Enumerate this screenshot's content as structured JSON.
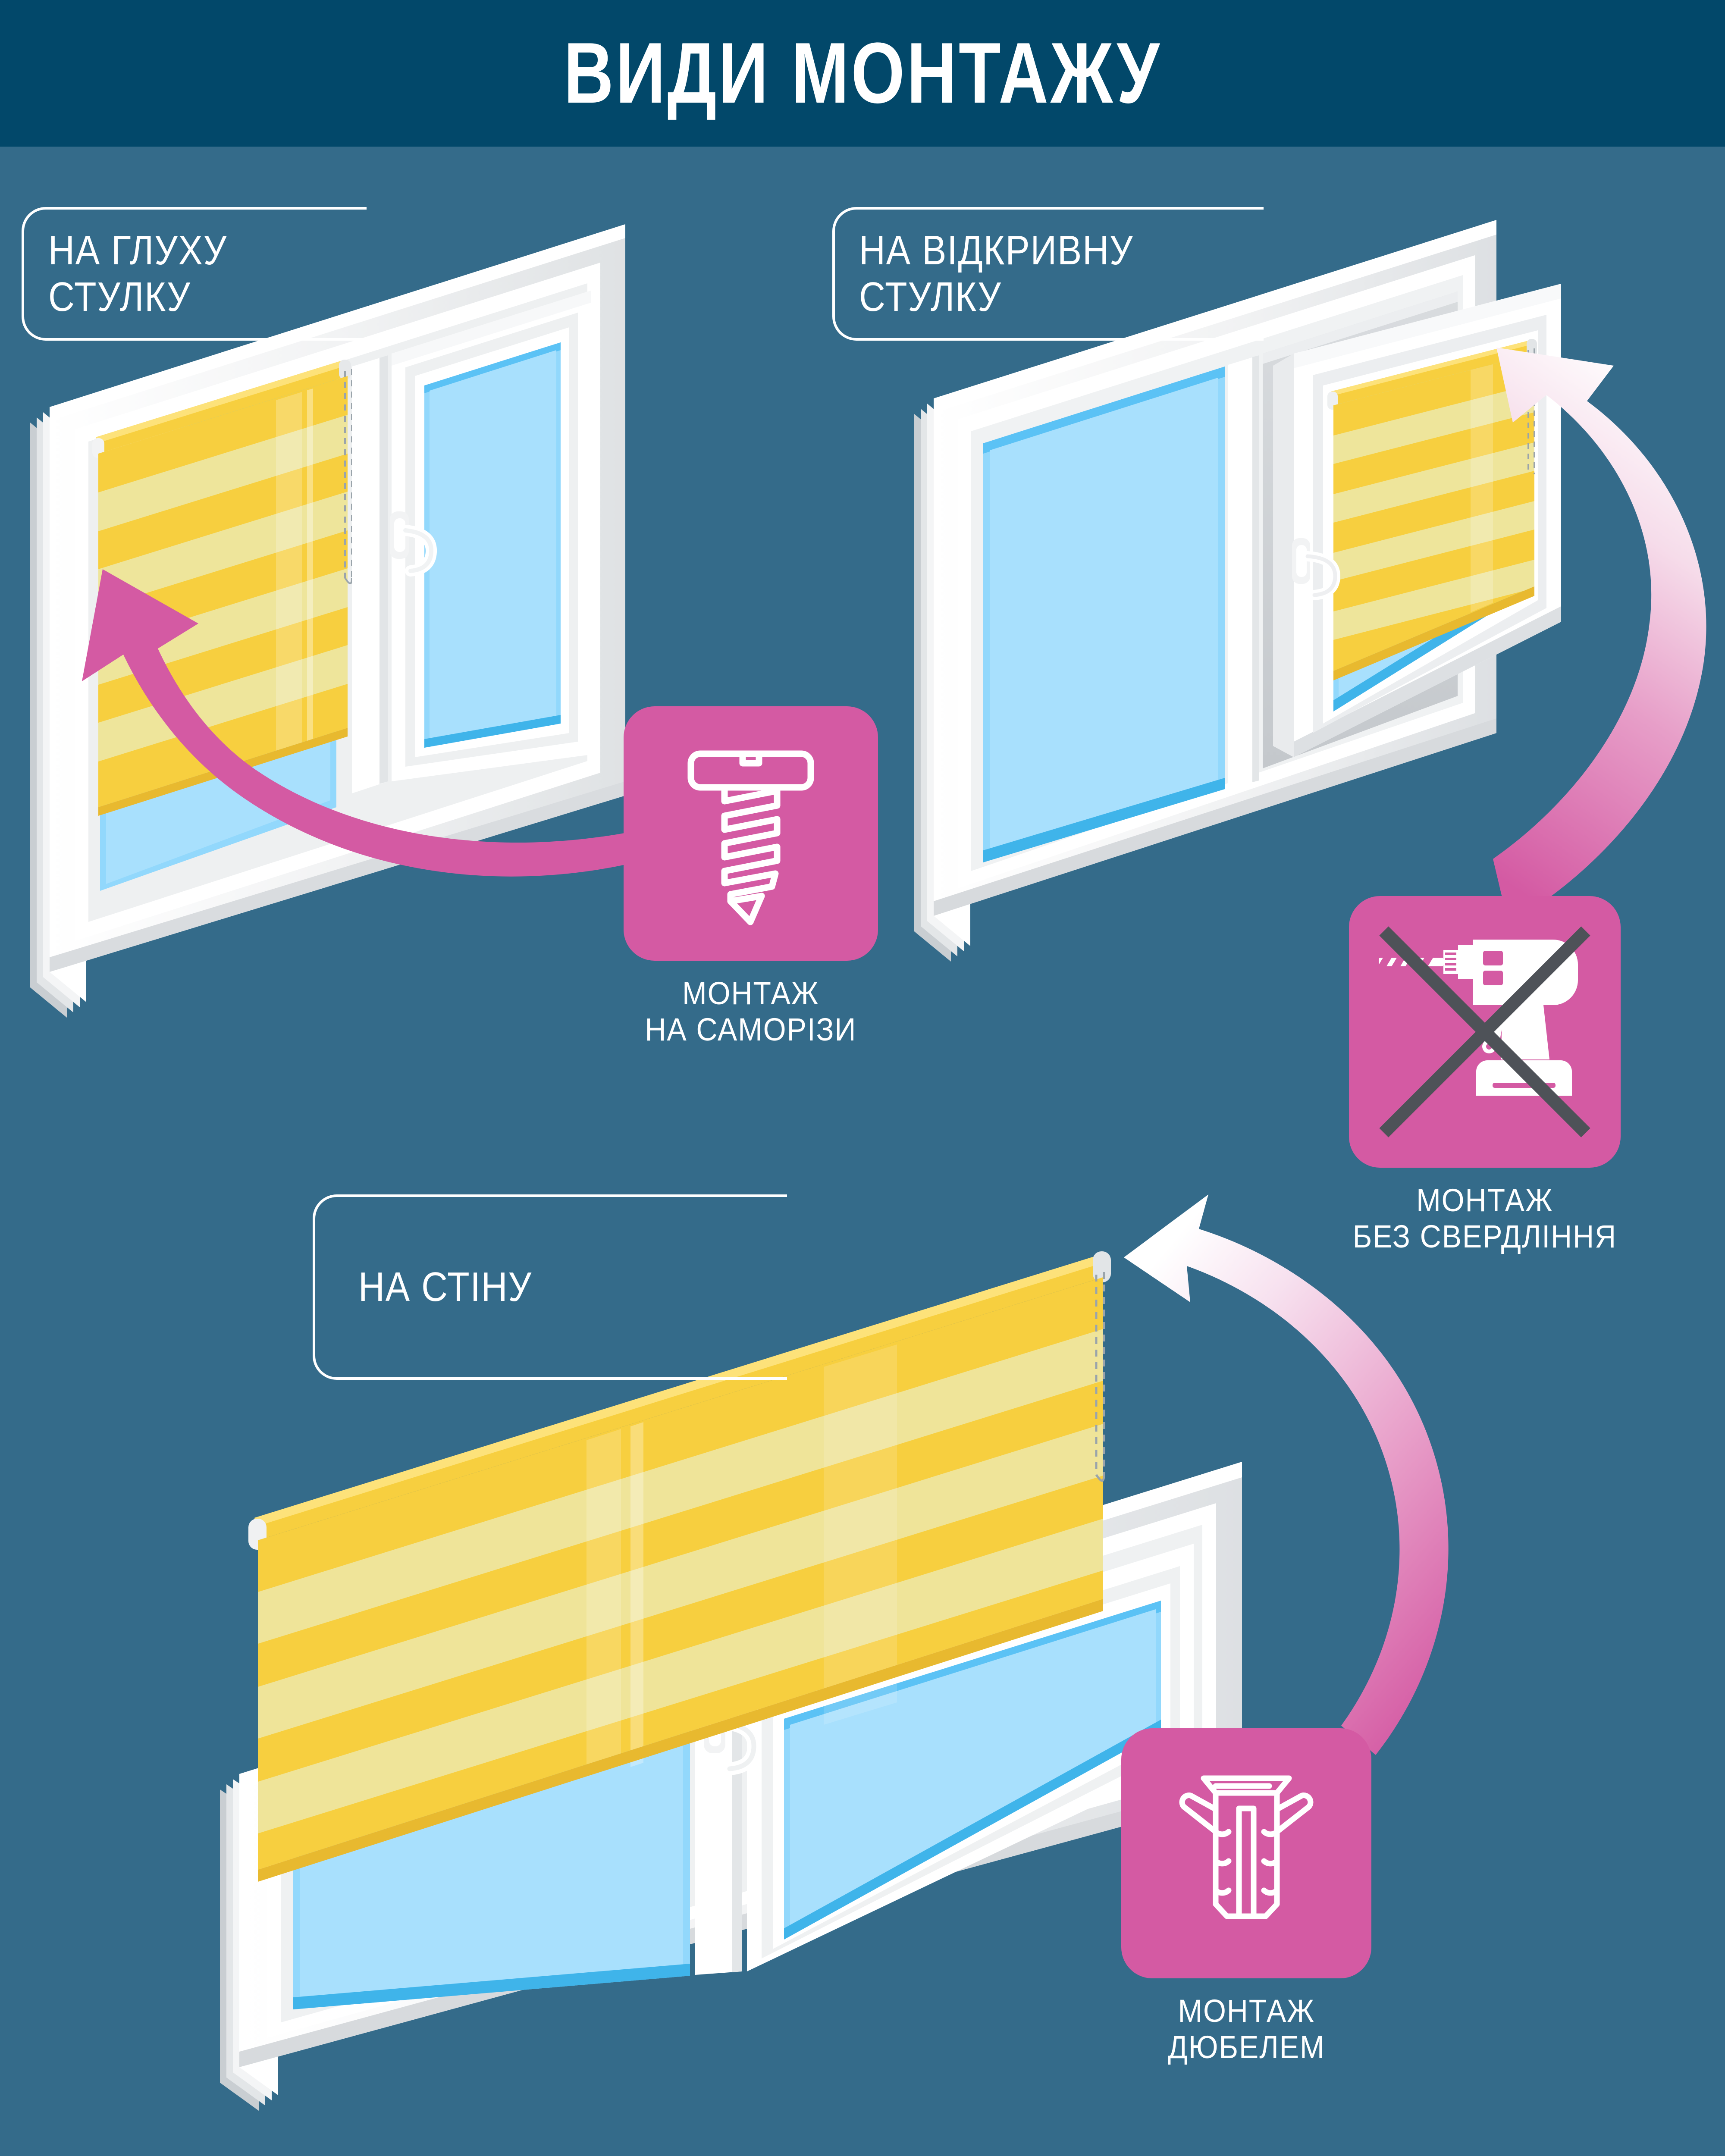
{
  "header": {
    "title": "ВИДИ МОНТАЖУ",
    "background_color": "#02486a",
    "text_color": "#ffffff"
  },
  "page": {
    "background_color": "#346b8a",
    "accent_pink": "#d45aa3",
    "blind_yellow": "#f7cf3f",
    "blind_yellow_light": "#ede8a8",
    "glass_blue": "#92d8fc",
    "frame_white": "#ffffff",
    "cross_out_gray": "#4e5258"
  },
  "callouts": [
    {
      "id": "callout-1",
      "label": "НА ГЛУХУ\nСТУЛКУ"
    },
    {
      "id": "callout-2",
      "label": "НА ВІДКРИВНУ\nСТУЛКУ"
    },
    {
      "id": "callout-3",
      "label": "НА СТІНУ"
    }
  ],
  "tiles": [
    {
      "id": "tile-screw",
      "icon": "screw-icon",
      "caption": "МОНТАЖ\nНА САМОРІЗИ",
      "crossed_out": false
    },
    {
      "id": "tile-drill",
      "icon": "drill-icon",
      "caption": "МОНТАЖ\nБЕЗ СВЕРДЛІННЯ",
      "crossed_out": true
    },
    {
      "id": "tile-dowel",
      "icon": "wall-plug-icon",
      "caption": "МОНТАЖ\nДЮБЕЛЕМ",
      "crossed_out": false
    }
  ],
  "scenes": [
    {
      "id": "scene-1",
      "name": "window-fixed-sash",
      "description": "Isometric white PVC two-sash window. Yellow day-night zebra roller blind mounted on the left fixed (blind) sash. Blue glazing. Window handle on the right sash."
    },
    {
      "id": "scene-2",
      "name": "window-opening-sash",
      "description": "Isometric white PVC window with right sash swung open outward; yellow zebra roller blind mounted directly on the opening sash."
    },
    {
      "id": "scene-3",
      "name": "window-wall-mount",
      "description": "Isometric wide white PVC window with a large yellow zebra roller blind mounted on the wall above and overlapping the whole window opening."
    }
  ],
  "arrows": [
    {
      "id": "arrow-1",
      "name": "arrow-to-fixed-sash",
      "color_start": "#d45aa3",
      "color_end": "#d45aa3"
    },
    {
      "id": "arrow-2",
      "name": "arrow-to-opening-sash",
      "color_start": "#d45aa3",
      "color_end": "#ffffff"
    },
    {
      "id": "arrow-3",
      "name": "arrow-to-wall-mount",
      "color_start": "#d45aa3",
      "color_end": "#ffffff"
    }
  ]
}
